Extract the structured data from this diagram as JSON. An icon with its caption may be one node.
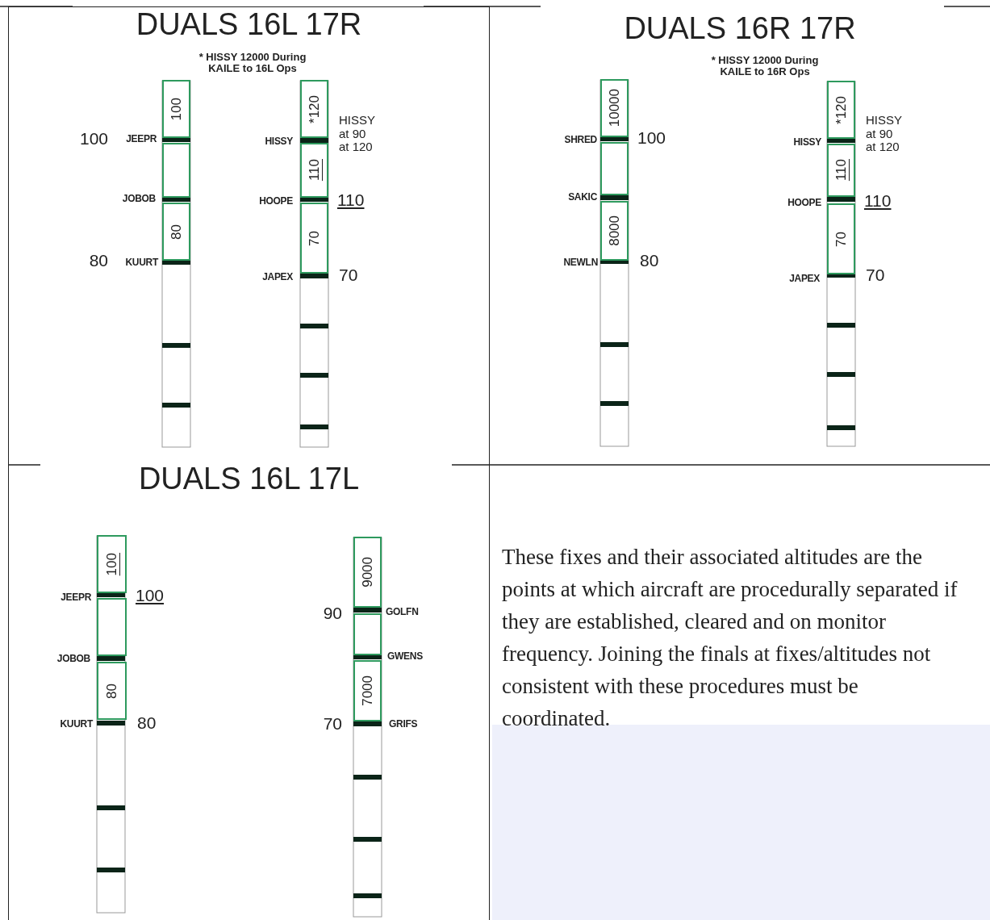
{
  "diagram": {
    "nodes": [
      {
        "text": [
          "DUALS 16L 17R"
        ]
      },
      {
        "text": [
          "100"
        ],
        "in": 0
      },
      {
        "text": [],
        "shape": "box",
        "in": 0
      },
      {
        "text": [
          "80"
        ],
        "in": 0
      },
      {
        "text": [
          "*120"
        ],
        "in": 0
      },
      {
        "text": [
          "110"
        ],
        "in": 0
      },
      {
        "text": [
          "70"
        ],
        "in": 0
      },
      {
        "text": [
          "DUALS 16R 17R"
        ]
      },
      {
        "text": [
          "10000"
        ],
        "in": 7
      },
      {
        "text": [],
        "shape": "box",
        "in": 7
      },
      {
        "text": [
          "8000"
        ],
        "in": 7
      },
      {
        "text": [
          "*120"
        ],
        "in": 7
      },
      {
        "text": [
          "110"
        ],
        "in": 7
      },
      {
        "text": [
          "70"
        ],
        "in": 7
      },
      {
        "text": [
          "DUALS 16L 17L"
        ]
      },
      {
        "text": [
          "100"
        ],
        "in": 14
      },
      {
        "text": [],
        "shape": "box",
        "in": 14
      },
      {
        "text": [
          "80"
        ],
        "in": 14
      },
      {
        "text": [
          "9000"
        ],
        "in": 14
      },
      {
        "text": [],
        "shape": "box",
        "in": 14
      },
      {
        "text": [
          "7000"
        ],
        "in": 14
      },
      {
        "text": [],
        "shape": "box"
      }
    ],
    "labels": [
      "* HISSY 12000 During KAILE to 16L Ops",
      "100",
      "JEEPR",
      "HISSY",
      "HISSY at 90 at 120",
      "JOBOB",
      "HOOPE",
      "110",
      "80",
      "KUURT",
      "JAPEX",
      "70",
      "* HISSY 12000 During KAILE to 16R Ops",
      "SHRED",
      "100",
      "HISSY",
      "HISSY at 90 at 120",
      "SAKIC",
      "HOOPE",
      "110",
      "NEWLN",
      "80",
      "JAPEX",
      "70",
      "JEEPR",
      "100",
      "90",
      "GOLFN",
      "JOBOB",
      "GWENS",
      "KUURT",
      "80",
      "70",
      "GRIFS",
      "These fixes and their associated altitudes are the points at which aircraft are procedurally separated if they are established, cleared and on monitor frequency. Joining the finals at fixes/altitudes not consistent with these procedures must be coordinated."
    ]
  }
}
